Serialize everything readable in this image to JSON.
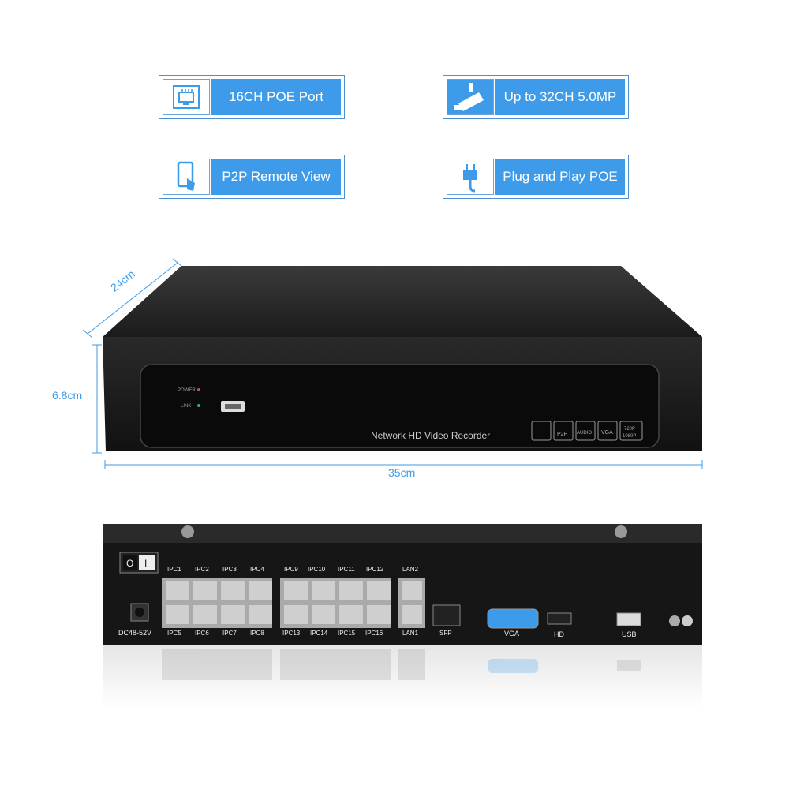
{
  "features": [
    {
      "label": "16CH POE Port",
      "icon": "ethernet-port-icon"
    },
    {
      "label": "Up to 32CH 5.0MP",
      "icon": "security-camera-icon"
    },
    {
      "label": "P2P Remote View",
      "icon": "smartphone-touch-icon"
    },
    {
      "label": "Plug and Play POE",
      "icon": "power-plug-icon"
    }
  ],
  "dimensions": {
    "depth": "24cm",
    "height": "6.8cm",
    "width": "35cm"
  },
  "front_panel": {
    "power_label": "POWER",
    "link_label": "LINK",
    "model_text": "Network HD Video Recorder",
    "badges": [
      "P2P",
      "AUDIO",
      "VGA",
      "720P",
      "1080P"
    ]
  },
  "rear_panel": {
    "power_switch": {
      "off": "O",
      "on": "I"
    },
    "dc_label": "DC48-52V",
    "top_port_labels": [
      "IPC1",
      "IPC2",
      "IPC3",
      "IPC4",
      "IPC9",
      "IPC10",
      "IPC11",
      "IPC12"
    ],
    "bottom_port_labels": [
      "IPC5",
      "IPC6",
      "IPC7",
      "IPC8",
      "IPC13",
      "IPC14",
      "IPC15",
      "IPC16"
    ],
    "lan_top": "LAN2",
    "lan_bottom": "LAN1",
    "sfp": "SFP",
    "vga": "VGA",
    "hd": "HD",
    "usb": "USB"
  },
  "colors": {
    "accent": "#3d9be9",
    "border": "#4a8fd6",
    "device": "#1a1a1a"
  }
}
